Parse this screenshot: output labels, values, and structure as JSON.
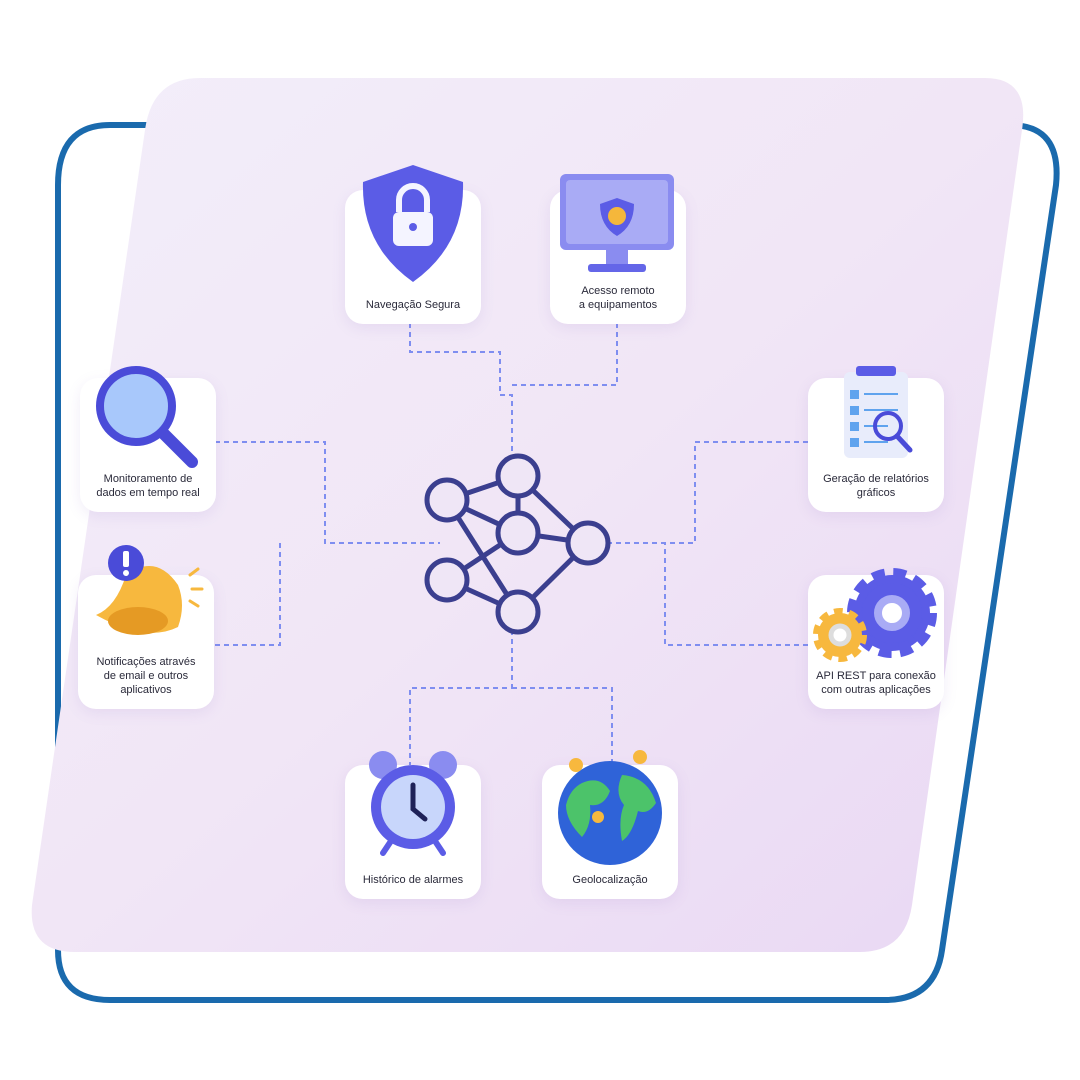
{
  "features": [
    {
      "id": "navegacao",
      "label": "Navegação Segura",
      "icon": "shield-lock-icon"
    },
    {
      "id": "acesso",
      "label": "Acesso remoto\na equipamentos",
      "icon": "monitor-shield-icon"
    },
    {
      "id": "monitoramento",
      "label": "Monitoramento de\ndados em tempo real",
      "icon": "magnifier-icon"
    },
    {
      "id": "notificacoes",
      "label": "Notificações através\nde email e outros\naplicativos",
      "icon": "bell-alert-icon"
    },
    {
      "id": "relatorios",
      "label": "Geração de relatórios\ngráficos",
      "icon": "clipboard-search-icon"
    },
    {
      "id": "api",
      "label": "API REST para conexão\ncom outras aplicações",
      "icon": "gears-icon"
    },
    {
      "id": "alarmes",
      "label": "Histórico de alarmes",
      "icon": "alarm-clock-icon"
    },
    {
      "id": "geo",
      "label": "Geolocalização",
      "icon": "globe-pins-icon"
    }
  ],
  "colors": {
    "accent": "#5b5ce6",
    "border": "#1a6aad",
    "network": "#3b3f8f",
    "dashed": "#7f8ef0"
  }
}
